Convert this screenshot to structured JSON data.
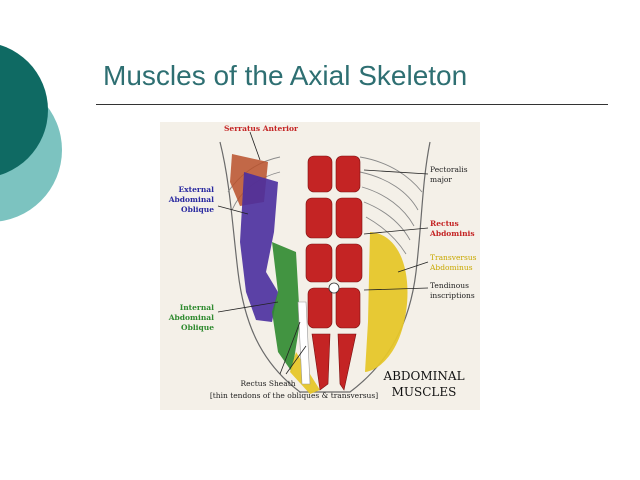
{
  "slide": {
    "title": "Muscles of the Axial Skeleton"
  },
  "figure": {
    "labels": {
      "serratus_anterior": "Serratus Anterior",
      "external_oblique_1": "External",
      "external_oblique_2": "Abdominal",
      "external_oblique_3": "Oblique",
      "internal_oblique_1": "Internal",
      "internal_oblique_2": "Abdominal",
      "internal_oblique_3": "Oblique",
      "pectoralis_1": "Pectoralis",
      "pectoralis_2": "major",
      "rectus_1": "Rectus",
      "rectus_2": "Abdominis",
      "transversus_1": "Transversus",
      "transversus_2": "Abdominus",
      "tendinous_1": "Tendinous",
      "tendinous_2": "inscriptions",
      "sheath_1": "Rectus Sheath",
      "sheath_2": "[thin tendons of the obliques & transversus]",
      "caption_1": "ABDOMINAL",
      "caption_2": "MUSCLES"
    },
    "colors": {
      "serratus": "#b8502a",
      "external_oblique": "#4a2e9e",
      "internal_oblique": "#2f8a2f",
      "rectus": "#c42424",
      "transversus": "#e6c62a",
      "background": "#f4f0e8",
      "label_dark": "#222222",
      "label_red": "#c42424",
      "label_yellow": "#c8a800",
      "label_blue": "#2a2aa0",
      "label_green": "#2f8a2f"
    }
  },
  "theme": {
    "accent_dark": "#0f6a63",
    "accent_light": "#7cc3c0",
    "title_color": "#2e6f72"
  }
}
